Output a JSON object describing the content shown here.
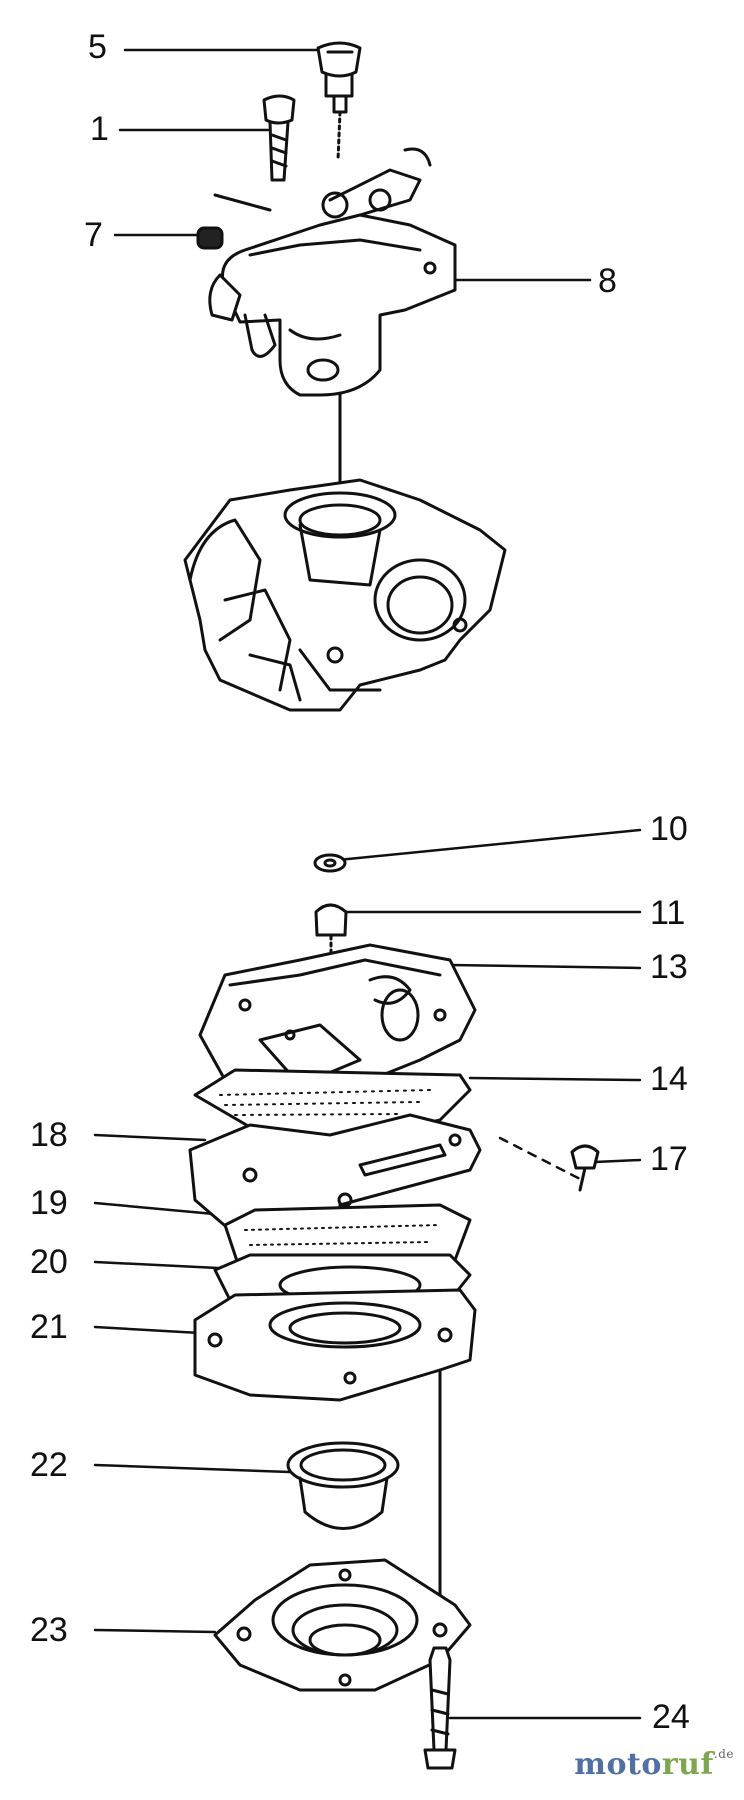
{
  "callouts": {
    "c5": "5",
    "c1": "1",
    "c7": "7",
    "c8": "8",
    "c10": "10",
    "c11": "11",
    "c13": "13",
    "c14": "14",
    "c17": "17",
    "c18": "18",
    "c19": "19",
    "c20": "20",
    "c21": "21",
    "c22": "22",
    "c23": "23",
    "c24": "24"
  },
  "watermark": {
    "brand_a": "moto",
    "brand_b": "ruf",
    "tld": ".de"
  },
  "colors": {
    "ink": "#111111",
    "paper": "#ffffff",
    "brand_blue": "#4f6fa8",
    "brand_green": "#7aa84a"
  }
}
